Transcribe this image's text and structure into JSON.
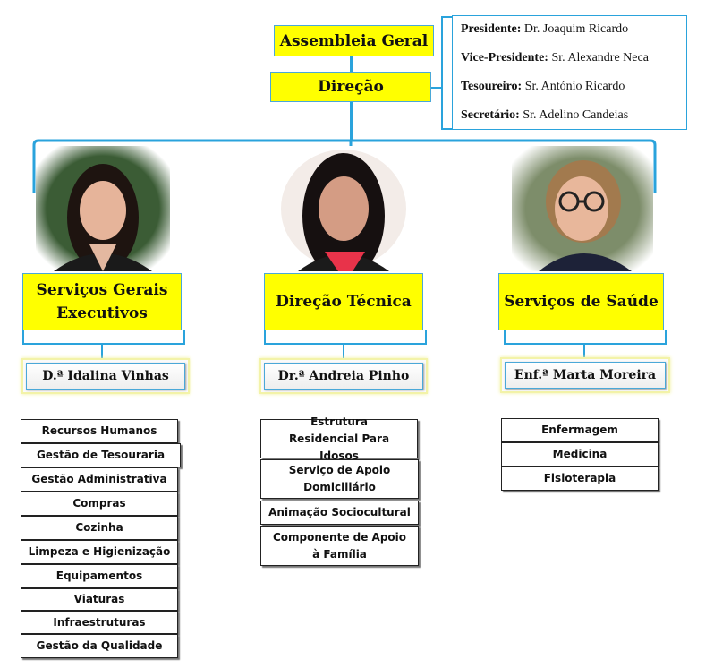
{
  "top": {
    "assembly": "Assembleia Geral",
    "direction": "Direção"
  },
  "board": [
    {
      "role": "Presidente:",
      "name": " Dr. Joaquim Ricardo"
    },
    {
      "role": "Vice-Presidente:",
      "name": " Sr. Alexandre Neca"
    },
    {
      "role": "Tesoureiro:",
      "name": " Sr. António Ricardo"
    },
    {
      "role": "Secretário:",
      "name": " Sr. Adelino Candeias"
    }
  ],
  "departments": [
    {
      "title": "Serviços Gerais Executivos",
      "head": "D.ª Idalina Vinhas",
      "items": [
        "Recursos Humanos",
        "Gestão de Tesouraria",
        "Gestão Administrativa",
        "Compras",
        "Cozinha",
        "Limpeza e Higienização",
        "Equipamentos",
        "Viaturas",
        "Infraestruturas",
        "Gestão da Qualidade"
      ]
    },
    {
      "title": "Direção Técnica",
      "head": "Dr.ª Andreia Pinho",
      "items": [
        "Estrutura Residencial Para Idosos",
        "Serviço de Apoio Domiciliário",
        "Animação Sociocultural",
        "Componente de Apoio à Família"
      ]
    },
    {
      "title": "Serviços de Saúde",
      "head": "Enf.ª Marta Moreira",
      "items": [
        "Enfermagem",
        "Medicina",
        "Fisioterapia"
      ]
    }
  ],
  "colors": {
    "accent_box": "#ffff00",
    "connector": "#2aa3dc"
  }
}
